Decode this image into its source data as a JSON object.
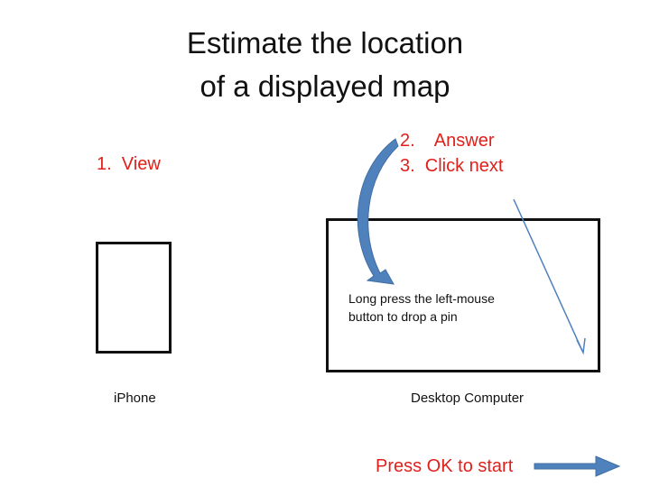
{
  "title": {
    "line1": "Estimate the location",
    "line2": "of a displayed map"
  },
  "steps": {
    "view": "1.  View",
    "answer": "2.    Answer",
    "click_next": "3.  Click next"
  },
  "devices": {
    "iphone_label": "iPhone",
    "desktop_label": "Desktop Computer"
  },
  "instruction": {
    "line1": "Long press the left-mouse",
    "line2": "button to drop a pin"
  },
  "start_prompt": "Press OK to start",
  "colors": {
    "step_text": "#e0201b",
    "arrow": "#4f81bd",
    "outline": "#111111"
  }
}
